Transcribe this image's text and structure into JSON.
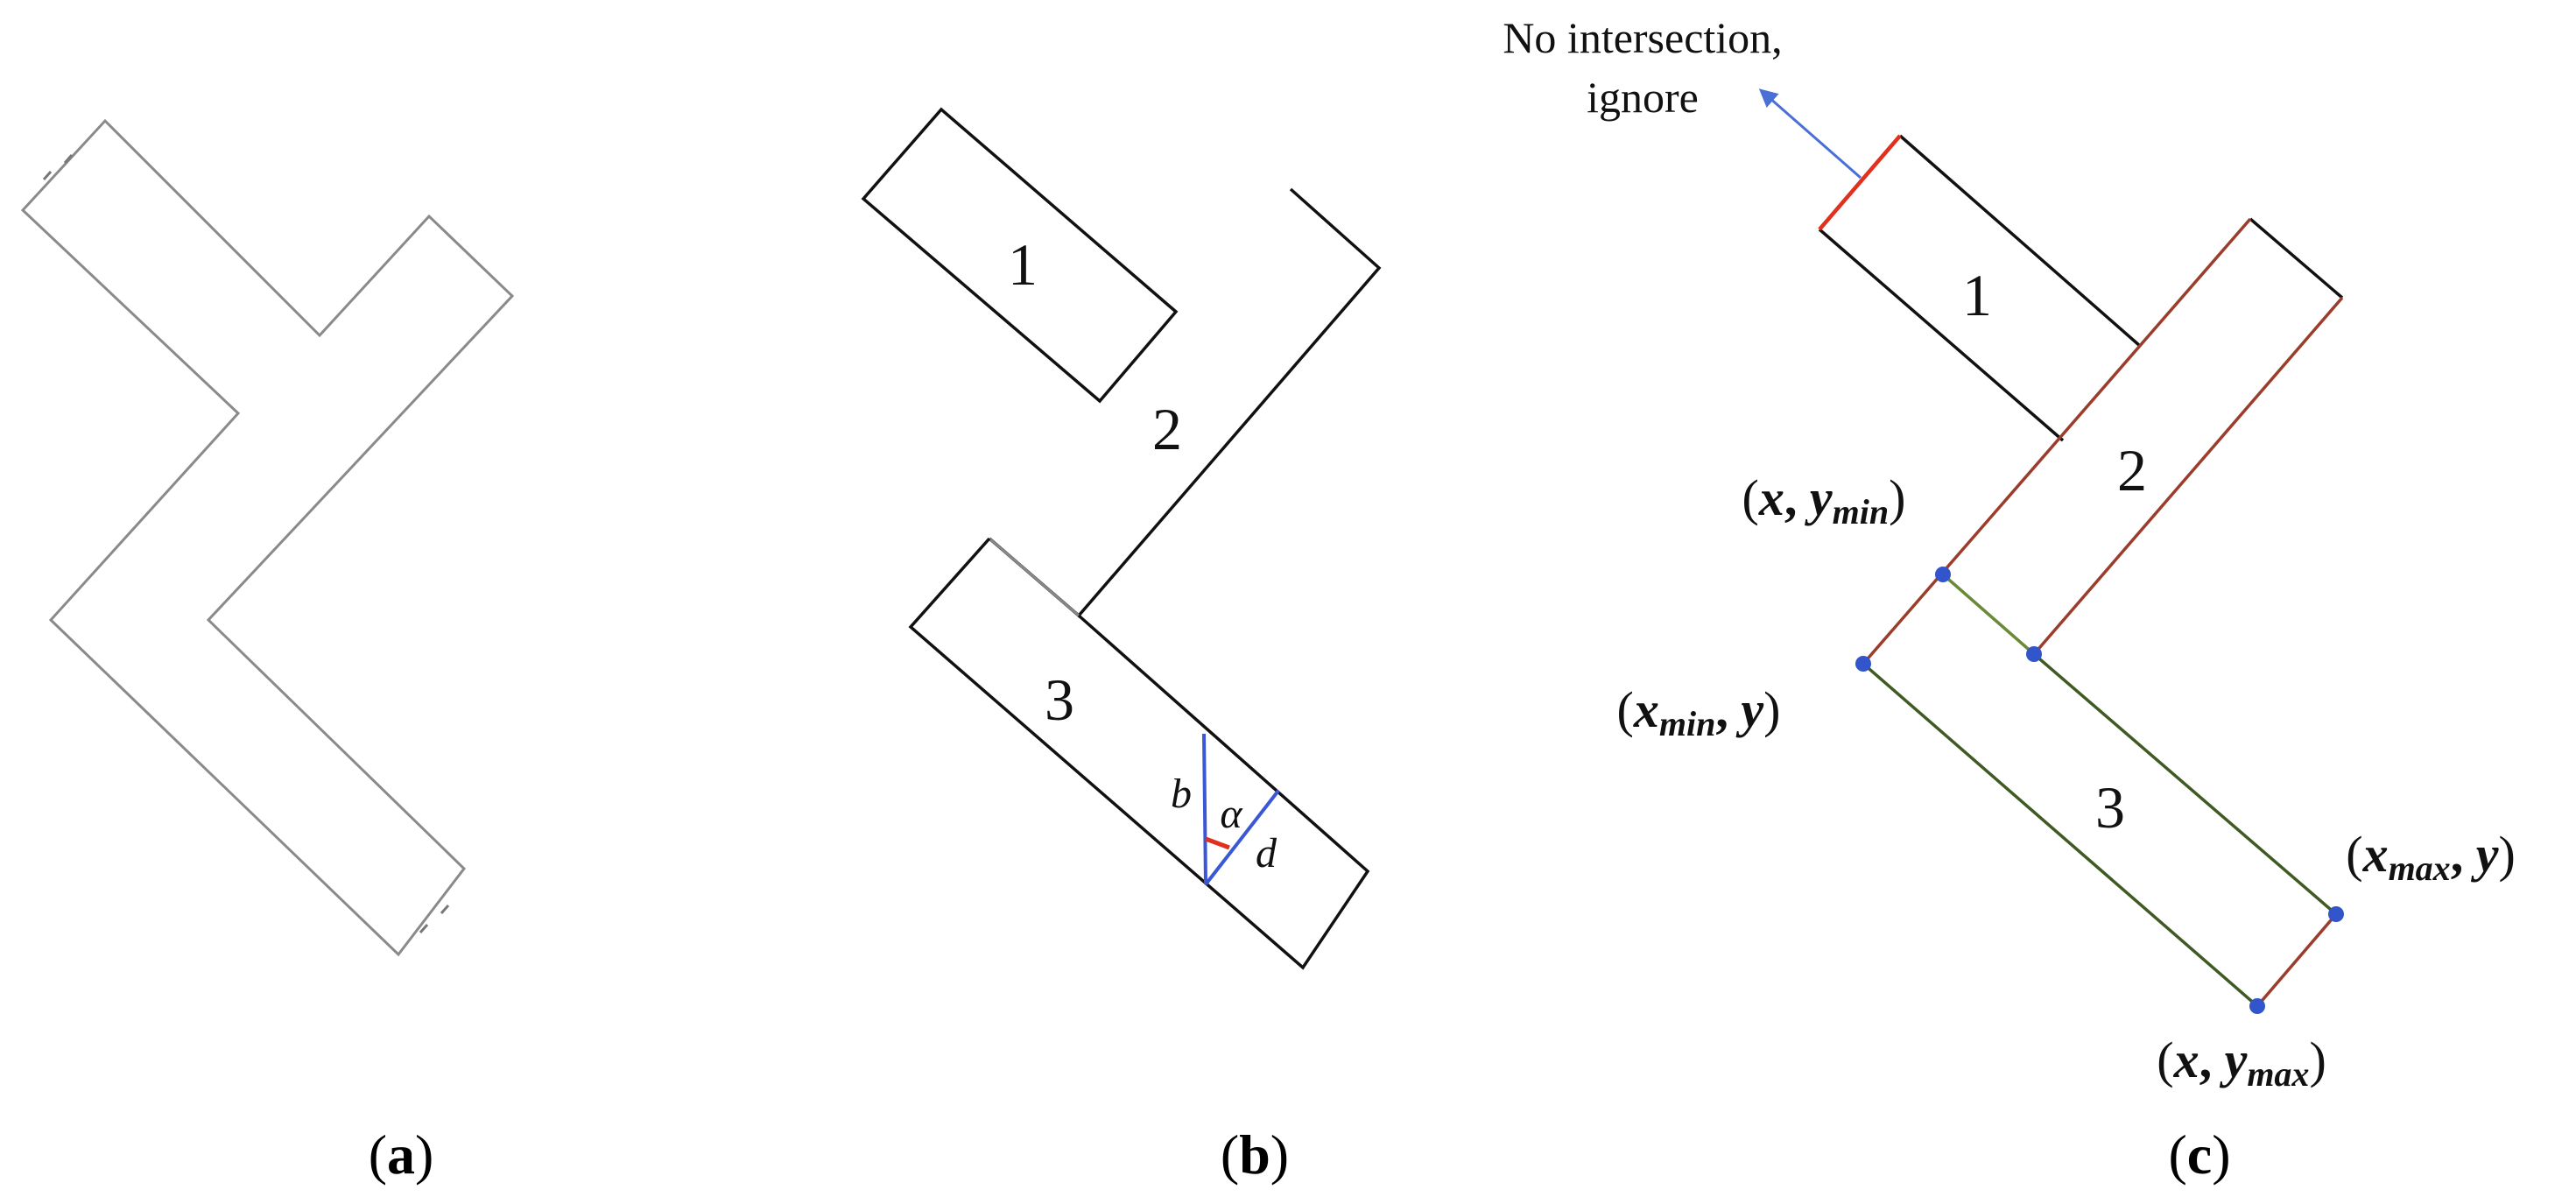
{
  "panels": {
    "a": {
      "caption_open": "(",
      "caption_letter": "a",
      "caption_close": ")"
    },
    "b": {
      "caption_open": "(",
      "caption_letter": "b",
      "caption_close": ")",
      "labels": {
        "region_1": "1",
        "region_2": "2",
        "region_3": "3",
        "side_b": "b",
        "angle_alpha": "α",
        "side_d": "d"
      },
      "colors": {
        "construction": "#3a57d6",
        "angle_mark": "#e0301e"
      }
    },
    "c": {
      "caption_open": "(",
      "caption_letter": "c",
      "caption_close": ")",
      "annotation_line1": "No intersection,",
      "annotation_line2": "ignore",
      "labels": {
        "region_1": "1",
        "region_2": "2",
        "region_3": "3"
      },
      "points": {
        "y_min": {
          "open": "(",
          "x": "x",
          "sep": ", ",
          "y": "y",
          "sub": "min",
          "close": ")"
        },
        "x_min": {
          "open": "(",
          "x": "x",
          "sub": "min",
          "sep": ", ",
          "y": "y",
          "close": ")"
        },
        "x_max": {
          "open": "(",
          "x": "x",
          "sub": "max",
          "sep": ", ",
          "y": "y",
          "close": ")"
        },
        "y_max": {
          "open": "(",
          "x": "x",
          "sep": ", ",
          "y": "y",
          "sub": "max",
          "close": ")"
        }
      },
      "colors": {
        "ignored_edge": "#e0301e",
        "arrow": "#4a6fd6",
        "red_edges": "#9b3d2c",
        "green_edges": "#3f5a22",
        "points": "#3355cc"
      }
    }
  }
}
